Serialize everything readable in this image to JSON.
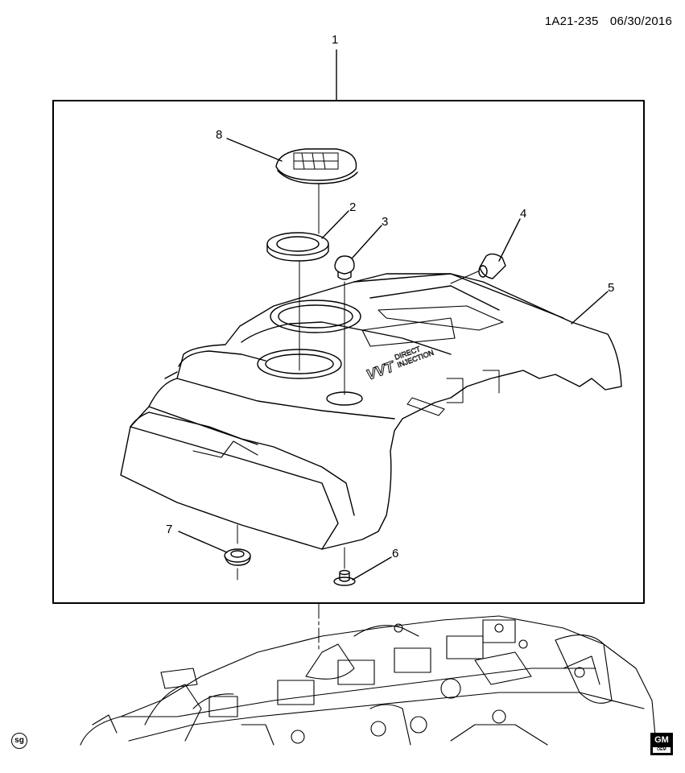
{
  "header": {
    "diagram_id": "1A21-235",
    "date": "06/30/2016"
  },
  "callouts": [
    {
      "number": "1"
    },
    {
      "number": "2"
    },
    {
      "number": "3"
    },
    {
      "number": "4"
    },
    {
      "number": "5"
    },
    {
      "number": "6"
    },
    {
      "number": "7"
    },
    {
      "number": "8"
    }
  ],
  "cover_text": {
    "brand": "VVT",
    "line1": "DIRECT",
    "line2": "INJECTION"
  },
  "badges": {
    "sg": "sg",
    "gm": "GM",
    "gm_sub": "OEM"
  }
}
